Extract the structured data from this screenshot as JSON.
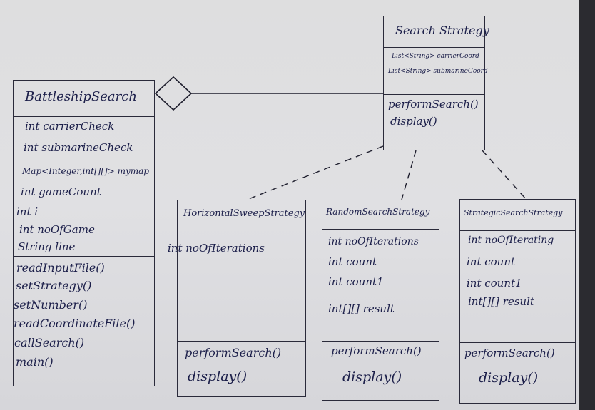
{
  "search_strategy": {
    "name": "Search Strategy",
    "attributes": [
      "List<String> carrierCoord",
      "List<String> submarineCoord"
    ],
    "methods": [
      "performSearch()",
      "display()"
    ]
  },
  "battleship_search": {
    "name": "BattleshipSearch",
    "attributes": [
      "int carrierCheck",
      "int submarineCheck",
      "Map<Integer,int[][]> mymap",
      "int gameCount",
      "int i",
      "int noOfGame",
      "String line"
    ],
    "methods": [
      "readInputFile()",
      "setStrategy()",
      "setNumber()",
      "readCoordinateFile()",
      "callSearch()",
      "main()"
    ]
  },
  "horizontal": {
    "name": "HorizontalSweepStrategy",
    "attributes": [
      "int noOfIterations"
    ],
    "methods": [
      "performSearch()",
      "display()"
    ]
  },
  "random": {
    "name": "RandomSearchStrategy",
    "attributes": [
      "int noOfIterations",
      "int count",
      "int count1",
      "int[][] result"
    ],
    "methods": [
      "performSearch()",
      "display()"
    ]
  },
  "strategic": {
    "name": "StrategicSearchStrategy",
    "attributes": [
      "int noOfIterating",
      "int count",
      "int count1",
      "int[][] result"
    ],
    "methods": [
      "performSearch()",
      "display()"
    ]
  }
}
